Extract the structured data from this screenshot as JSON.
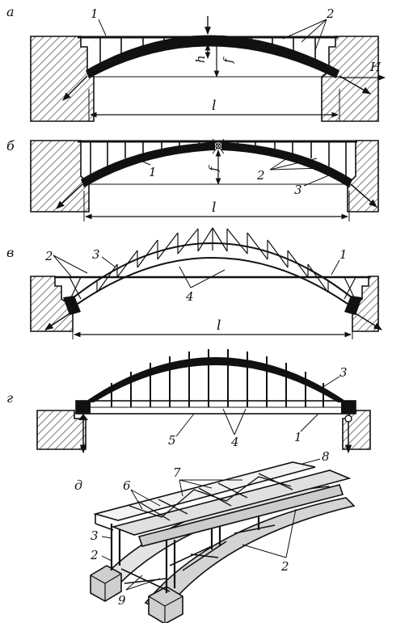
{
  "panels": {
    "a": {
      "label": "а",
      "callouts": [
        "1",
        "2"
      ],
      "dims": {
        "span": "l",
        "rise": "f",
        "depth": "h",
        "thrust": "H"
      }
    },
    "b": {
      "label": "б",
      "callouts": [
        "1",
        "2",
        "3"
      ],
      "dims": {
        "span": "l",
        "rise": "f"
      }
    },
    "v": {
      "label": "в",
      "callouts": [
        "1",
        "2",
        "3",
        "4"
      ],
      "dims": {
        "span": "l"
      }
    },
    "g": {
      "label": "г",
      "callouts": [
        "1",
        "3",
        "4",
        "5"
      ]
    },
    "d": {
      "label": "д",
      "callouts": [
        "2",
        "3",
        "6",
        "7",
        "8",
        "9",
        "2"
      ]
    }
  },
  "colors": {
    "ink": "#111111",
    "hatch": "#333333",
    "light": "#d9d9d9"
  }
}
